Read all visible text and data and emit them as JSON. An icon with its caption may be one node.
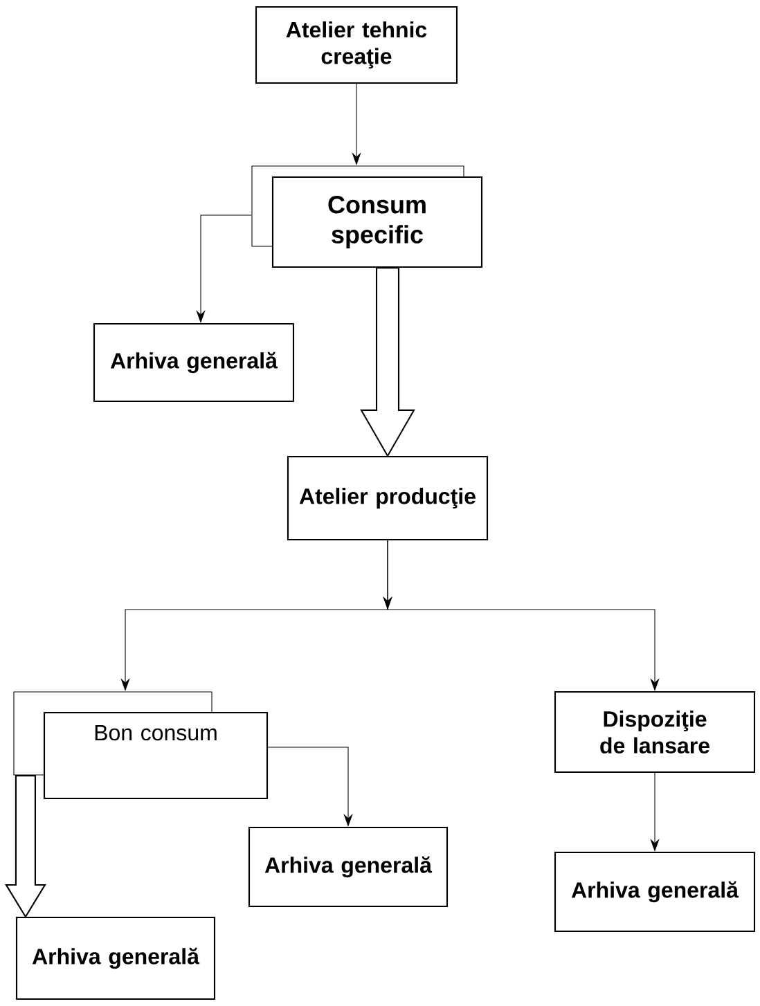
{
  "diagram": {
    "nodes": [
      {
        "text": [
          "Atelier tehnic creaţie"
        ]
      },
      {
        "text": [
          "Consum specific"
        ]
      },
      {
        "text": [
          "Arhiva generală"
        ]
      },
      {
        "text": [
          "Atelier producţie"
        ]
      },
      {
        "text": [
          "Bon consum"
        ]
      },
      {
        "text": [
          "Dispoziţie de lansare"
        ]
      },
      {
        "text": [
          "Arhiva generală"
        ]
      },
      {
        "text": [
          "Arhiva generală"
        ]
      },
      {
        "text": [
          "Arhiva generală"
        ]
      }
    ],
    "edges": [
      {
        "from": 0,
        "to": 1,
        "arrow": "to"
      },
      {
        "from": 1,
        "to": 2,
        "arrow": "to"
      },
      {
        "from": 1,
        "to": 3,
        "arrow": "to",
        "style": "thick"
      },
      {
        "from": 3,
        "to": 4,
        "arrow": "to"
      },
      {
        "from": 3,
        "to": 5,
        "arrow": "to"
      },
      {
        "from": 4,
        "to": 6,
        "arrow": "to"
      },
      {
        "from": 4,
        "to": 8,
        "arrow": "to",
        "style": "thick"
      },
      {
        "from": 5,
        "to": 7,
        "arrow": "to"
      }
    ]
  }
}
